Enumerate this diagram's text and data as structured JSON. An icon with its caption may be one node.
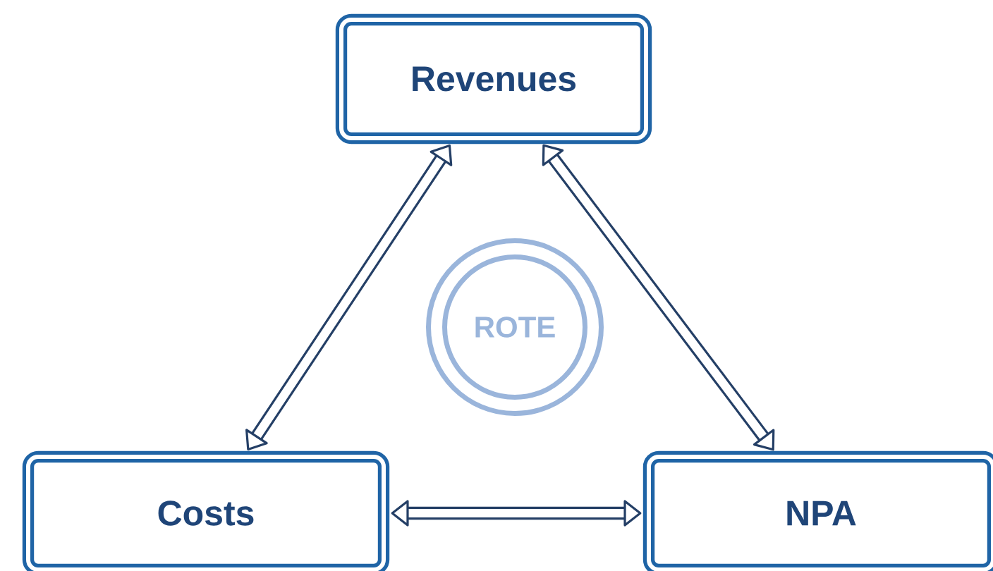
{
  "diagram": {
    "nodes": [
      {
        "text": [
          "Revenues"
        ]
      },
      {
        "text": [
          "Costs"
        ]
      },
      {
        "text": [
          "NPA"
        ]
      },
      {
        "text": [
          "ROTE"
        ]
      }
    ],
    "edges": [
      {
        "from": 0,
        "to": 1,
        "arrow": "both"
      },
      {
        "from": 0,
        "to": 2,
        "arrow": "both"
      },
      {
        "from": 1,
        "to": 2,
        "arrow": "both"
      }
    ]
  }
}
